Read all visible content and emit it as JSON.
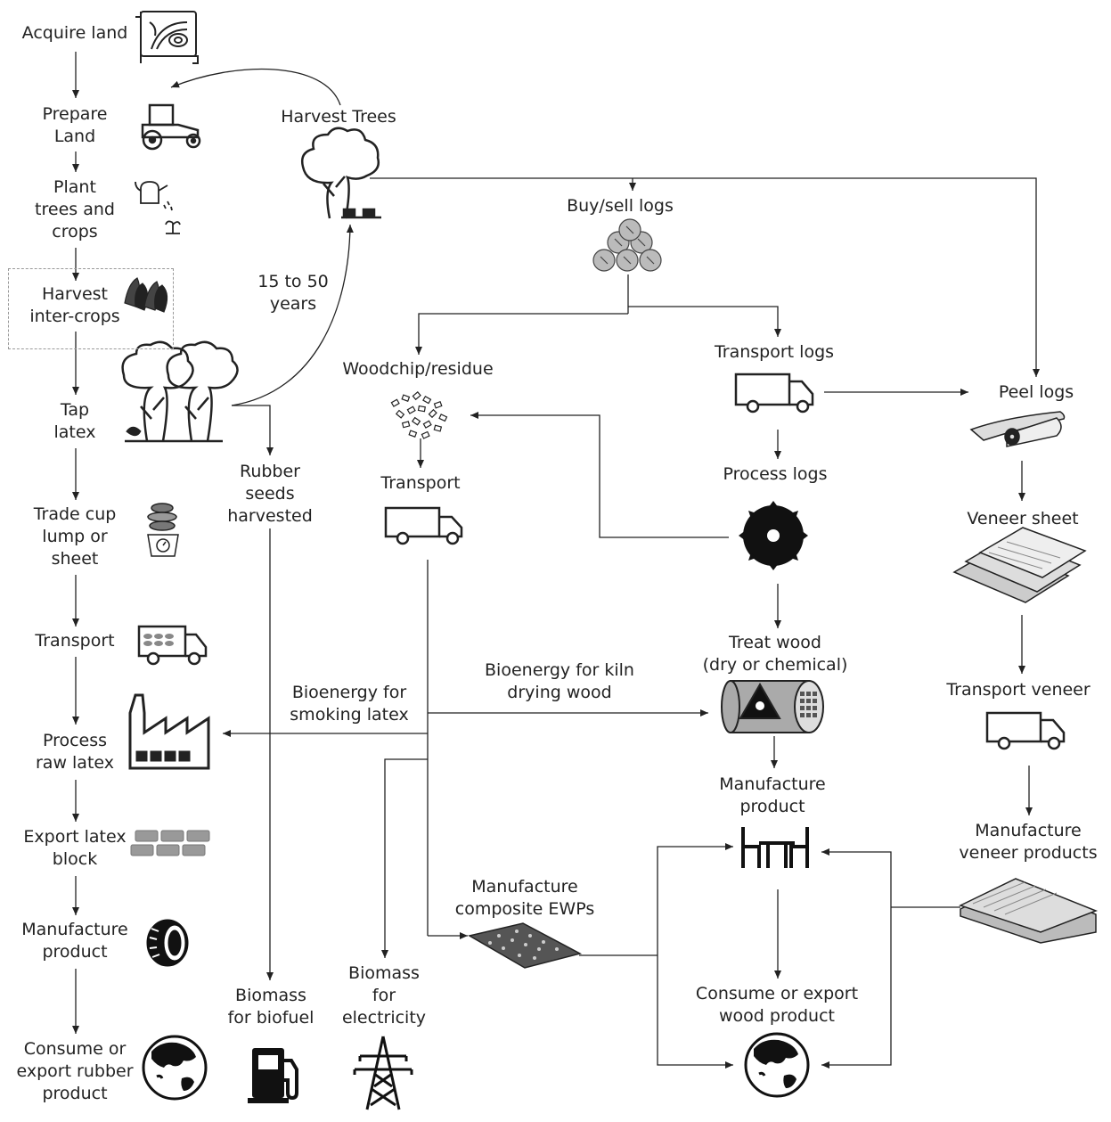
{
  "labels": {
    "acquire_land": "Acquire land",
    "prepare_land": "Prepare\nLand",
    "plant_trees": "Plant\ntrees and\ncrops",
    "harvest_intercrops": "Harvest\ninter-crops",
    "tap_latex": "Tap\nlatex",
    "trade_cup_lump": "Trade cup\nlump or\nsheet",
    "transport_latex": "Transport",
    "process_raw_latex": "Process\nraw latex",
    "export_latex_block": "Export latex\nblock",
    "manufacture_product_rubber": "Manufacture\nproduct",
    "consume_export_rubber": "Consume or\nexport rubber\nproduct",
    "harvest_trees": "Harvest Trees",
    "years": "15 to 50\nyears",
    "rubber_seeds": "Rubber\nseeds\nharvested",
    "biomass_biofuel": "Biomass\nfor biofuel",
    "biomass_electricity": "Biomass\nfor\nelectricity",
    "bioenergy_smoking": "Bioenergy for\nsmoking latex",
    "bioenergy_kiln": "Bioenergy for kiln\ndrying wood",
    "buy_sell_logs": "Buy/sell logs",
    "woodchip_residue": "Woodchip/residue",
    "transport_chips": "Transport",
    "transport_logs": "Transport logs",
    "process_logs": "Process logs",
    "treat_wood": "Treat wood\n(dry or chemical)",
    "manufacture_product_wood": "Manufacture\nproduct",
    "manufacture_composite": "Manufacture\ncomposite EWPs",
    "consume_export_wood": "Consume or export\nwood product",
    "peel_logs": "Peel logs",
    "veneer_sheet": "Veneer sheet",
    "transport_veneer": "Transport veneer",
    "manufacture_veneer": "Manufacture\nveneer products"
  },
  "icons": [
    "land-map-icon",
    "tractor-icon",
    "watering-can-icon",
    "corn-icon",
    "rubber-trees-icon",
    "weighing-scale-icon",
    "latex-truck-icon",
    "factory-icon",
    "latex-blocks-icon",
    "tyre-icon",
    "globe-icon",
    "tree-stumps-icon",
    "log-pile-icon",
    "woodchip-icon",
    "truck-icon",
    "saw-blade-icon",
    "treatment-cylinder-icon",
    "furniture-icon",
    "composite-board-icon",
    "fuel-pump-icon",
    "pylon-icon",
    "peeled-log-icon",
    "veneer-sheets-icon",
    "veneer-products-icon"
  ],
  "colors": {
    "line": "#222222",
    "fill_gray": "#9a9a9a",
    "icon_dark": "#111111"
  }
}
